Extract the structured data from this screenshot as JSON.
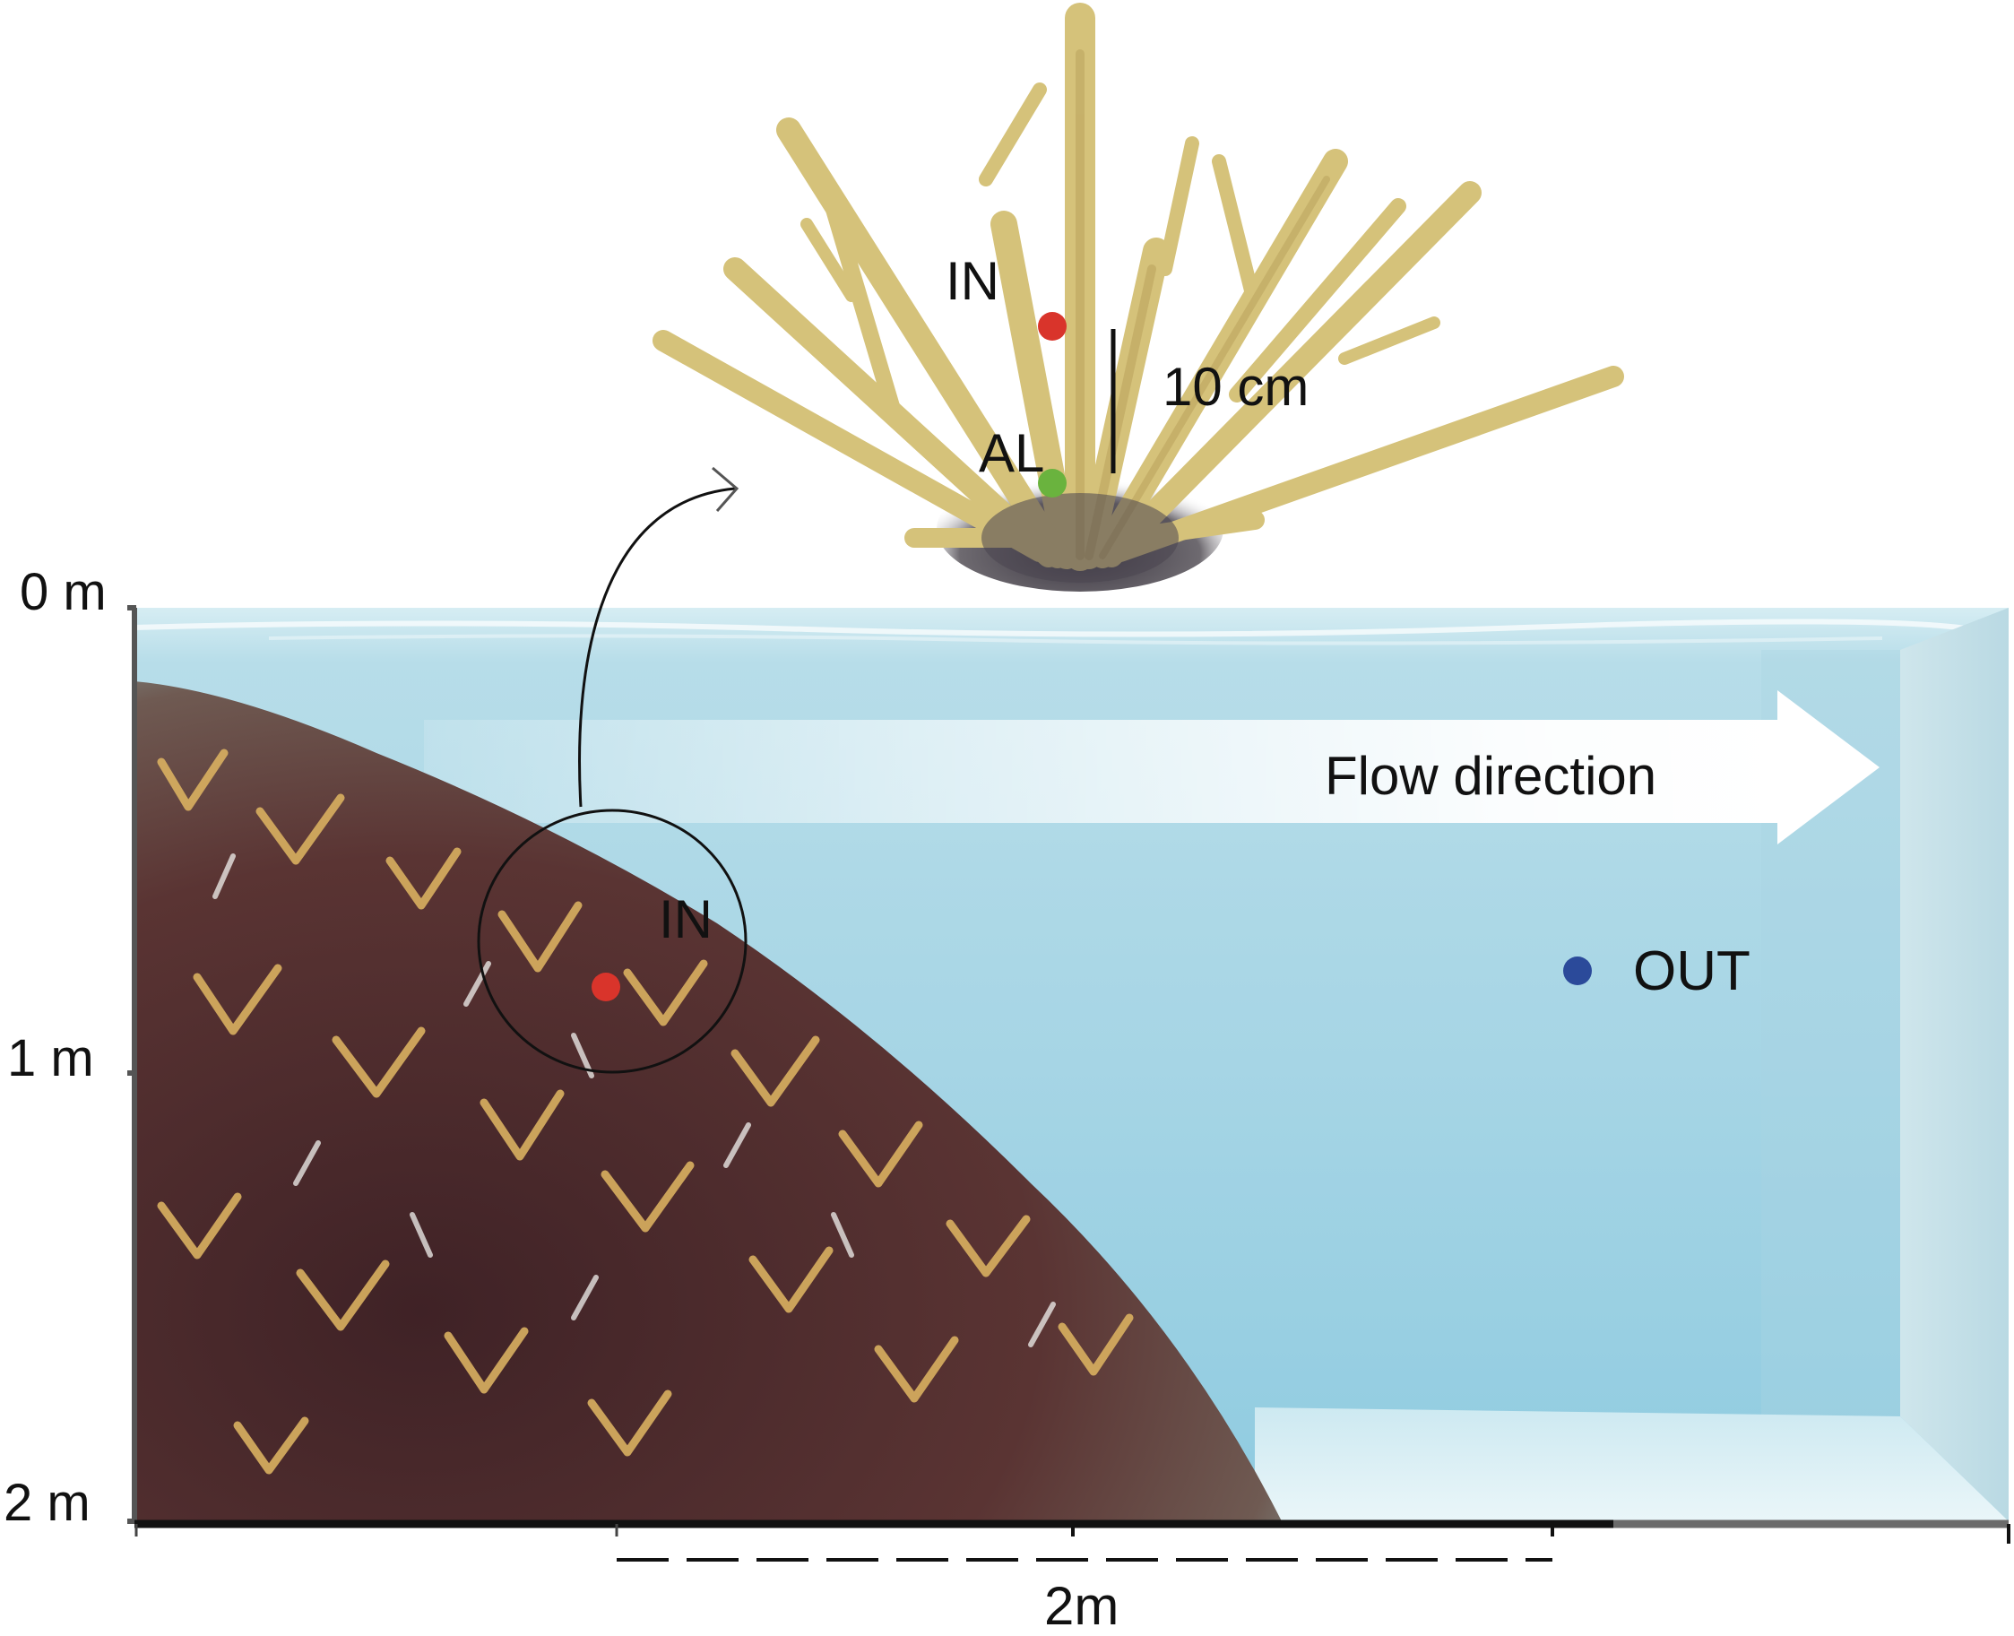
{
  "figure": {
    "depth_axis": {
      "labels": [
        "0 m",
        "1 m",
        "2 m"
      ]
    },
    "width_axis": {
      "label": "2m"
    },
    "flow_arrow": {
      "label": "Flow direction"
    },
    "sampling_points": {
      "in_reef_label": "IN",
      "out_label": "OUT",
      "colony_in_label": "IN",
      "colony_al_label": "AL",
      "colors": {
        "in": "#d9342b",
        "al": "#6ab33e",
        "out": "#2b4a9a"
      }
    },
    "scale_bar": {
      "label": "10 cm"
    },
    "colors": {
      "water_top": "#bfe0ea",
      "water_bottom": "#8ecbdf",
      "sand": "#dff0f4",
      "reef_dark": "#4a2a2c",
      "coral_branch": "#d8c47a",
      "axis": "#111111",
      "axis_grey": "#6b6b6b"
    }
  }
}
